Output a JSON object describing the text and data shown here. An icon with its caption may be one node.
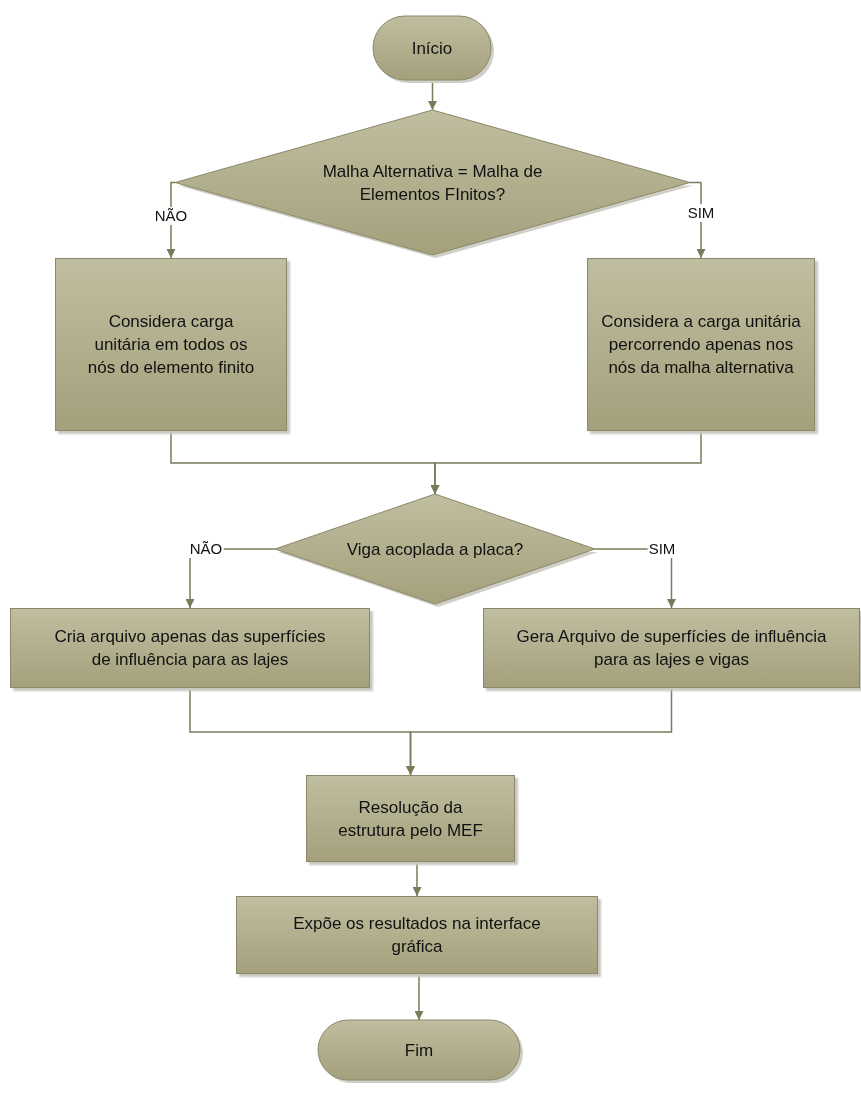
{
  "diagram": {
    "nodes": [
      {
        "text": [
          "Início"
        ]
      },
      {
        "text": [
          "Malha Alternativa = Malha de Elementos FInitos?"
        ]
      },
      {
        "text": [
          "Considera carga unitária em todos os nós do elemento finito"
        ]
      },
      {
        "text": [
          "Considera a carga unitária percorrendo apenas nos nós da malha alternativa"
        ]
      },
      {
        "text": [
          "Viga acoplada a placa?"
        ]
      },
      {
        "text": [
          "Cria arquivo apenas das superfícies de influência para as lajes"
        ]
      },
      {
        "text": [
          "Gera Arquivo de superfícies de influência para as lajes e vigas"
        ]
      },
      {
        "text": [
          "Resolução da estrutura pelo MEF"
        ]
      },
      {
        "text": [
          "Expõe os resultados na interface gráfica"
        ]
      },
      {
        "text": [
          "Fim"
        ]
      }
    ],
    "edges": [
      {
        "from": 0,
        "to": 1,
        "arrow": "to"
      },
      {
        "from": 1,
        "to": 2,
        "arrow": "to",
        "label": "NÃO"
      },
      {
        "from": 1,
        "to": 3,
        "arrow": "to",
        "label": "SIM"
      },
      {
        "from": 2,
        "to": 4,
        "arrow": "to"
      },
      {
        "from": 3,
        "to": 4,
        "arrow": "to"
      },
      {
        "from": 4,
        "to": 5,
        "arrow": "to",
        "label": "NÃO"
      },
      {
        "from": 4,
        "to": 6,
        "arrow": "to",
        "label": "SIM"
      },
      {
        "from": 5,
        "to": 7,
        "arrow": "to"
      },
      {
        "from": 6,
        "to": 7,
        "arrow": "to"
      },
      {
        "from": 7,
        "to": 8,
        "arrow": "to"
      },
      {
        "from": 8,
        "to": 9,
        "arrow": "to"
      }
    ]
  }
}
